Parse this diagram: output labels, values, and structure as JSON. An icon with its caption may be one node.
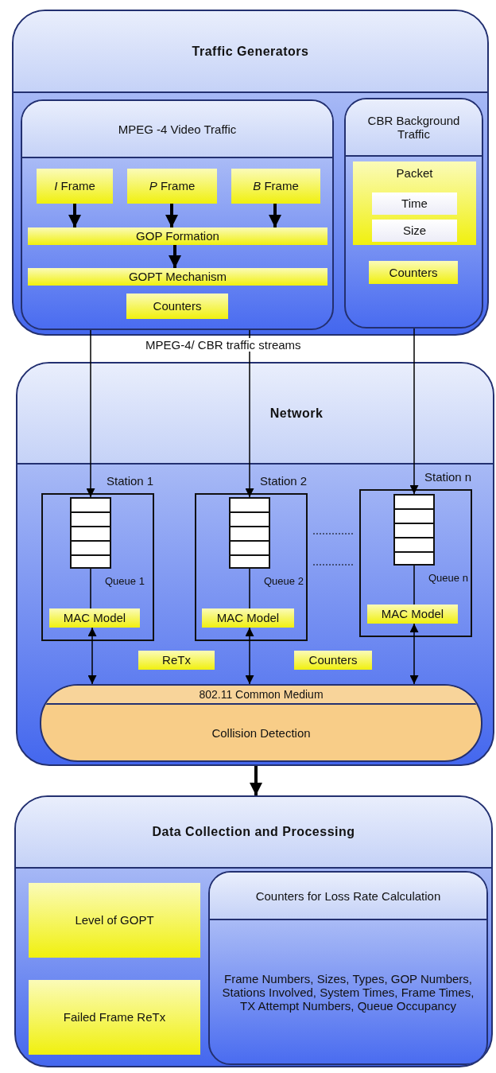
{
  "diagram": {
    "nodes": [
      {
        "text": [
          "Traffic Generators"
        ]
      },
      {
        "text": [
          "MPEG -4 Video Traffic"
        ],
        "in": 0
      },
      {
        "text": [
          "*I* Frame"
        ],
        "in": 1
      },
      {
        "text": [
          "*P* Frame"
        ],
        "in": 1
      },
      {
        "text": [
          "*B* Frame"
        ],
        "in": 1
      },
      {
        "text": [
          "GOP Formation"
        ],
        "in": 1
      },
      {
        "text": [
          "GOPT Mechanism"
        ],
        "in": 1
      },
      {
        "text": [
          "Counters"
        ],
        "in": 1
      },
      {
        "text": [
          "CBR Background Traffic"
        ],
        "in": 0
      },
      {
        "text": [
          "Packet"
        ],
        "in": 8
      },
      {
        "text": [
          "Time"
        ],
        "in": 9
      },
      {
        "text": [
          "Size"
        ],
        "in": 9
      },
      {
        "text": [
          "Counters"
        ],
        "in": 8
      },
      {
        "text": [
          "Network"
        ]
      },
      {
        "text": [
          "Station 1"
        ],
        "in": 13
      },
      {
        "text": [],
        "shape": "stack",
        "in": 14,
        "beside": [
          "Queue 1"
        ]
      },
      {
        "text": [
          "MAC Model"
        ],
        "in": 14
      },
      {
        "text": [
          "Station 2"
        ],
        "in": 13
      },
      {
        "text": [],
        "shape": "stack",
        "in": 17,
        "beside": [
          "Queue 2"
        ]
      },
      {
        "text": [
          "MAC Model"
        ],
        "in": 17
      },
      {
        "text": [
          "Station n"
        ],
        "in": 13
      },
      {
        "text": [],
        "shape": "stack",
        "in": 20,
        "beside": [
          "Queue n"
        ]
      },
      {
        "text": [
          "MAC Model"
        ],
        "in": 20
      },
      {
        "text": [
          "ReTx"
        ],
        "in": 13
      },
      {
        "text": [
          "Counters"
        ],
        "in": 13
      },
      {
        "text": [
          "802.11 Common Medium",
          "Collision Detection"
        ],
        "in": 13
      },
      {
        "text": [
          "Data Collection and Processing"
        ]
      },
      {
        "text": [
          "Level of GOPT"
        ],
        "in": 26
      },
      {
        "text": [
          "Failed Frame ReTx"
        ],
        "in": 26
      },
      {
        "text": [
          "Counters for Loss Rate Calculation",
          "Frame Numbers, Sizes, Types, GOP Numbers, Stations Involved, System Times, Frame Times, TX Attempt Numbers, Queue Occupancy"
        ],
        "in": 26
      }
    ],
    "edges": [
      {
        "from": 2,
        "to": 5,
        "arrow": "to",
        "style": "thick"
      },
      {
        "from": 3,
        "to": 5,
        "arrow": "to",
        "style": "thick"
      },
      {
        "from": 4,
        "to": 5,
        "arrow": "to",
        "style": "thick"
      },
      {
        "from": 5,
        "to": 6,
        "arrow": "to",
        "style": "thick"
      },
      {
        "from": 1,
        "to": 15,
        "arrow": "to"
      },
      {
        "from": 1,
        "to": 18,
        "arrow": "to"
      },
      {
        "from": 8,
        "to": 21,
        "arrow": "to"
      },
      {
        "from": 15,
        "to": 16,
        "arrow": "none"
      },
      {
        "from": 18,
        "to": 19,
        "arrow": "none"
      },
      {
        "from": 21,
        "to": 22,
        "arrow": "none"
      },
      {
        "from": 16,
        "to": 25,
        "arrow": "both"
      },
      {
        "from": 19,
        "to": 25,
        "arrow": "both"
      },
      {
        "from": 22,
        "to": 25,
        "arrow": "both"
      },
      {
        "from": 13,
        "to": 26,
        "arrow": "to",
        "style": "thick"
      }
    ],
    "labels": [
      "MPEG-4/ CBR traffic streams"
    ]
  }
}
